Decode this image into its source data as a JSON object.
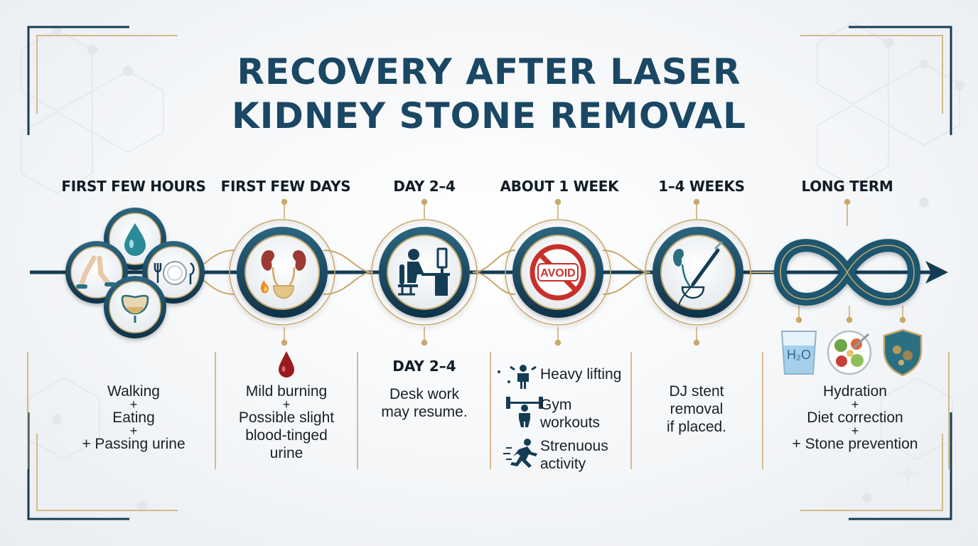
{
  "title": {
    "line1": "RECOVERY AFTER LASER",
    "line2": "KIDNEY STONE REMOVAL"
  },
  "colors": {
    "navy": "#143d55",
    "teal": "#2a6f80",
    "gold": "#c9a86a",
    "red": "#c8302b"
  },
  "stages": [
    {
      "label": "FIRST FEW HOURS",
      "icons": [
        "water-drop-icon",
        "walking-legs-icon",
        "plate-utensils-icon",
        "bladder-icon"
      ],
      "desc": {
        "line1": "Walking",
        "plus1": "+",
        "line2": "Eating",
        "plus2": "+",
        "line3": "+ Passing urine"
      }
    },
    {
      "label": "FIRST FEW DAYS",
      "icons": [
        "kidney-burning-icon",
        "blood-drop-icon"
      ],
      "desc": {
        "line1": "Mild burning",
        "plus1": "+",
        "line2": "Possible slight",
        "line3": "blood-tinged",
        "line4": "urine"
      }
    },
    {
      "label": "DAY 2–4",
      "icons": [
        "desk-worker-icon"
      ],
      "desc": {
        "heading": "DAY 2–4",
        "line1": "Desk work",
        "line2": "may resume."
      }
    },
    {
      "label": "ABOUT 1 WEEK",
      "icons": [
        "avoid-sign-icon",
        "lifting-icon",
        "barbell-icon",
        "running-icon"
      ],
      "avoid_text": "AVOID",
      "avoid_items": [
        {
          "line1": "Heavy lifting",
          "line2": ""
        },
        {
          "line1": "Gym",
          "line2": "workouts"
        },
        {
          "line1": "Strenuous",
          "line2": "activity"
        }
      ]
    },
    {
      "label": "1–4 WEEKS",
      "icons": [
        "stent-removal-icon"
      ],
      "desc": {
        "line1": "DJ stent",
        "line2": "removal",
        "line3": "if placed."
      }
    },
    {
      "label": "LONG TERM",
      "icons": [
        "infinity-icon",
        "water-glass-icon",
        "diet-plate-icon",
        "shield-icon"
      ],
      "water_text": "H₂O",
      "desc": {
        "line1": "Hydration",
        "plus1": "+",
        "line2": "Diet correction",
        "plus2": "+",
        "line3": "+ Stone prevention"
      }
    }
  ]
}
